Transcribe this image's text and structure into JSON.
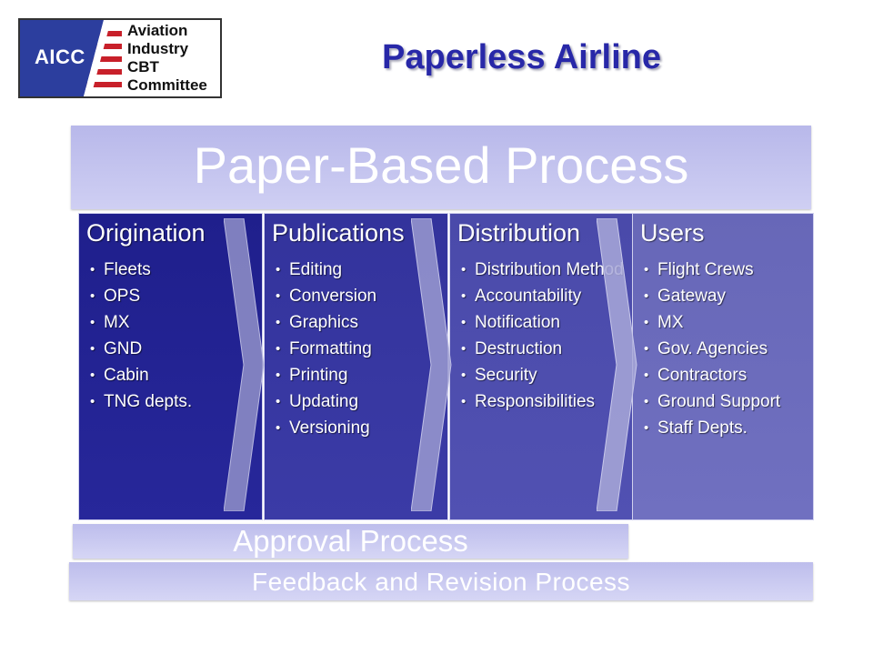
{
  "logo": {
    "abbr": "AICC",
    "lines": [
      "Aviation",
      "Industry",
      "CBT",
      "Committee"
    ]
  },
  "title": "Paperless Airline",
  "diagram": {
    "main_banner": "Paper-Based Process",
    "columns": [
      {
        "heading": "Origination",
        "items": [
          "Fleets",
          "OPS",
          "MX",
          "GND",
          "Cabin",
          "TNG depts."
        ]
      },
      {
        "heading": "Publications",
        "items": [
          "Editing",
          "Conversion",
          "Graphics",
          "Formatting",
          "Printing",
          "Updating",
          "Versioning"
        ]
      },
      {
        "heading": "Distribution",
        "items": [
          "Distribution Method",
          "Accountability",
          "Notification",
          "Destruction",
          "Security",
          "Responsibilities"
        ]
      },
      {
        "heading": "Users",
        "items": [
          "Flight Crews",
          "Gateway",
          "MX",
          "Gov. Agencies",
          "Contractors",
          "Ground Support",
          "Staff Depts."
        ]
      }
    ],
    "approval_banner": "Approval Process",
    "feedback_banner": "Feedback and Revision Process"
  },
  "colors": {
    "title": "#2828a8",
    "logo_blue": "#2c3e9e",
    "logo_red": "#c8202a"
  }
}
